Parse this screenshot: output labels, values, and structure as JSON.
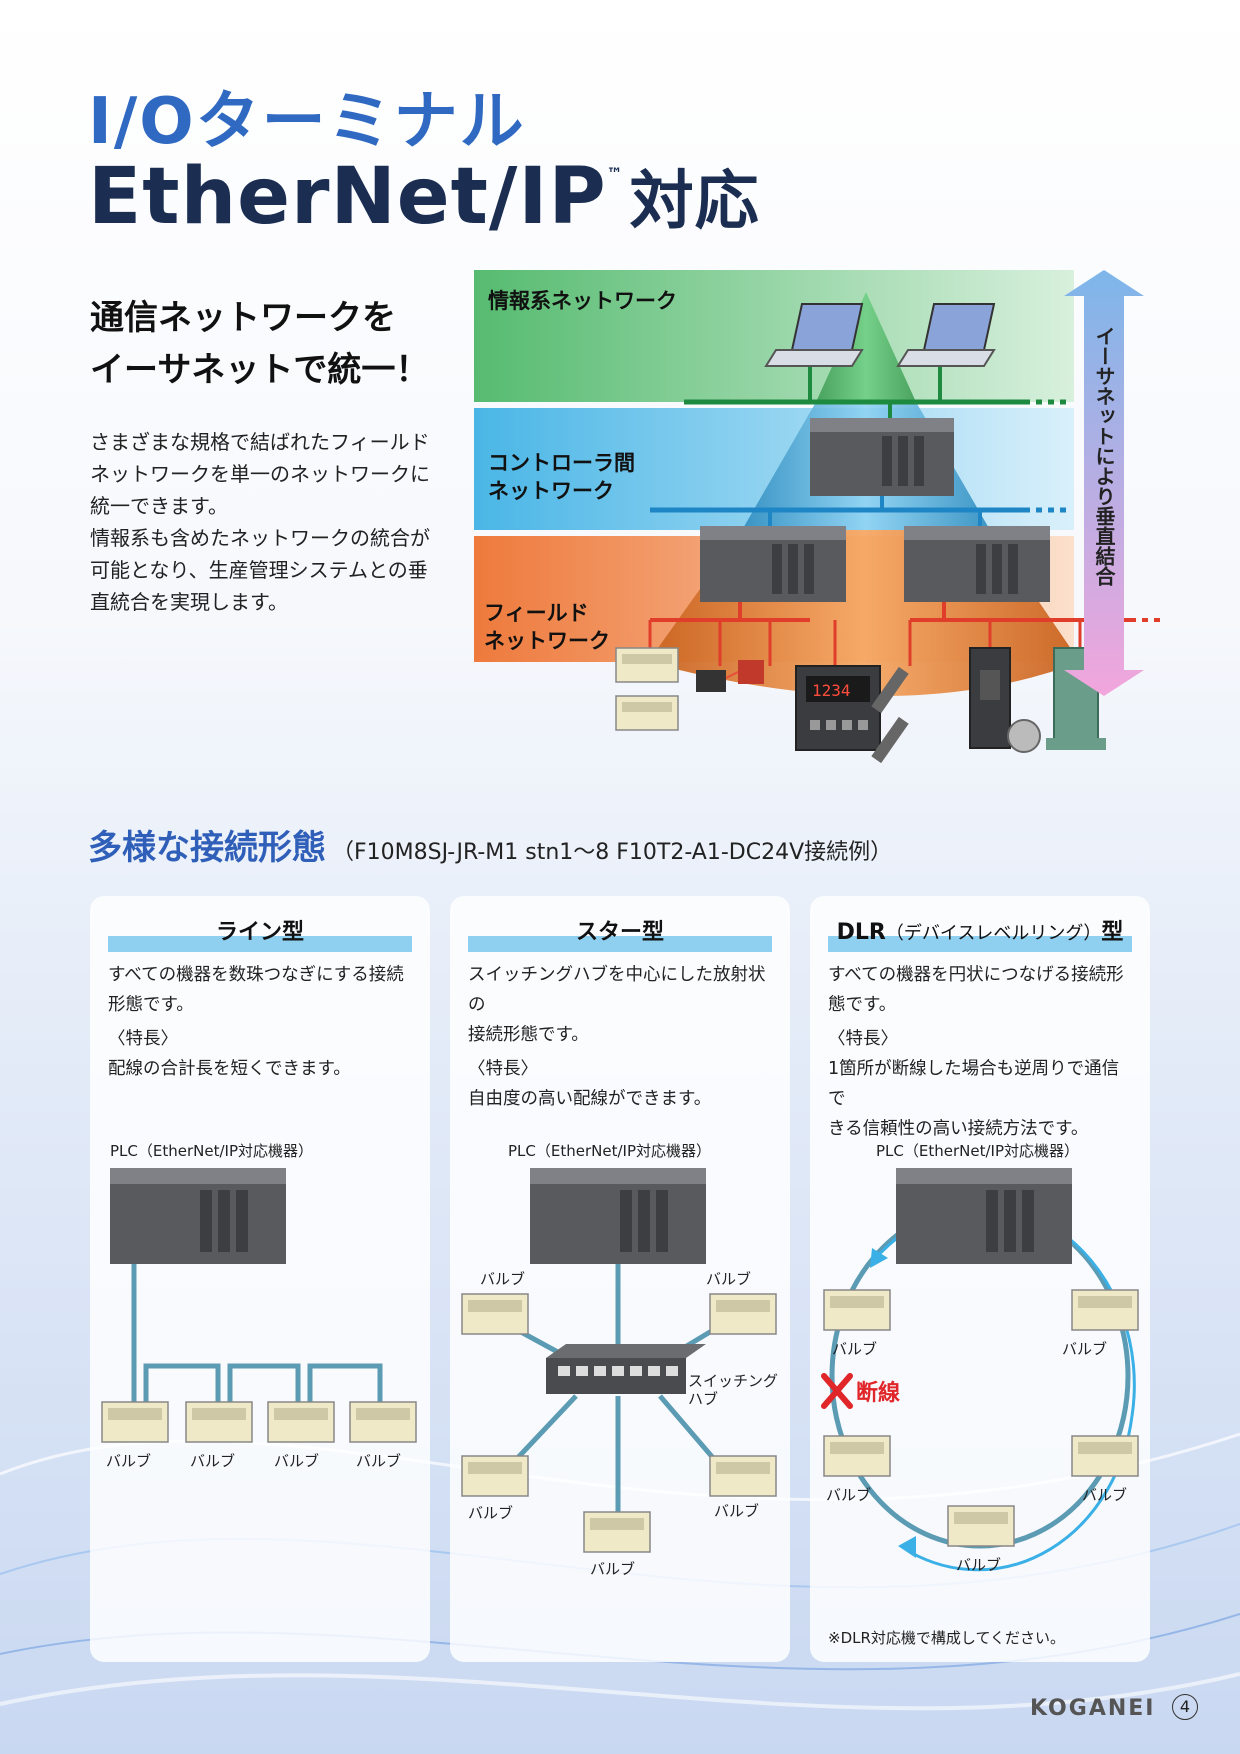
{
  "header": {
    "title_line1": "I/Oターミナル",
    "title_line2_brand": "EtherNet/IP",
    "title_line2_tm": "™",
    "title_line2_suffix": "対応"
  },
  "intro": {
    "lead_line1": "通信ネットワークを",
    "lead_line2": "イーサネットで統一！",
    "body": [
      "さまざまな規格で結ばれたフィールド",
      "ネットワークを単一のネットワークに",
      "統一できます。",
      "情報系も含めたネットワークの統合が",
      "可能となり、生産管理システムとの垂",
      "直統合を実現します。"
    ]
  },
  "network_diagram": {
    "layer_info": "情報系ネットワーク",
    "layer_controller_1": "コントローラ間",
    "layer_controller_2": "ネットワーク",
    "layer_field_1": "フィールド",
    "layer_field_2": "ネットワーク",
    "vertical_label": "イーサネットにより垂直結合",
    "colors": {
      "info": "#56bb70",
      "controller": "#4ab6e6",
      "field": "#ee7a3c",
      "arrow_top": "#7db6ea",
      "arrow_bottom": "#f2a6dc"
    }
  },
  "section": {
    "title": "多様な接続形態",
    "subtitle": "（F10M8SJ-JR-M1 stn1〜8 F10T2-A1-DC24V接続例）"
  },
  "panels": {
    "line": {
      "title": "ライン型",
      "desc_1": "すべての機器を数珠つなぎにする接続",
      "desc_2": "形態です。",
      "feat_label": "〈特長〉",
      "feat_text": "配線の合計長を短くできます。",
      "plc_label": "PLC（EtherNet/IP対応機器）",
      "valve_label": "バルブ"
    },
    "star": {
      "title": "スター型",
      "desc_1": "スイッチングハブを中心にした放射状の",
      "desc_2": "接続形態です。",
      "feat_label": "〈特長〉",
      "feat_text": "自由度の高い配線ができます。",
      "plc_label": "PLC（EtherNet/IP対応機器）",
      "valve_label": "バルブ",
      "hub_label_1": "スイッチング",
      "hub_label_2": "ハブ"
    },
    "dlr": {
      "title_main": "DLR",
      "title_sub": "（デバイスレベルリング）",
      "title_end": "型",
      "desc_1": "すべての機器を円状につなげる接続形",
      "desc_2": "態です。",
      "feat_label": "〈特長〉",
      "feat_text_1": "1箇所が断線した場合も逆周りで通信で",
      "feat_text_2": "きる信頼性の高い接続方法です。",
      "plc_label": "PLC（EtherNet/IP対応機器）",
      "valve_label": "バルブ",
      "break_label": "断線",
      "note": "※DLR対応機で構成してください。"
    }
  },
  "footer": {
    "brand": "KOGANEI",
    "page": "4"
  }
}
